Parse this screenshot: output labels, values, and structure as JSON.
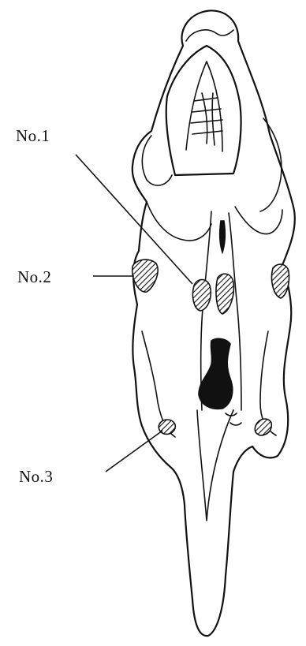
{
  "labels": {
    "no1": "No.1",
    "no2": "No.2",
    "no3": "No.3"
  },
  "colors": {
    "ink": "#111111",
    "background": "#ffffff"
  }
}
